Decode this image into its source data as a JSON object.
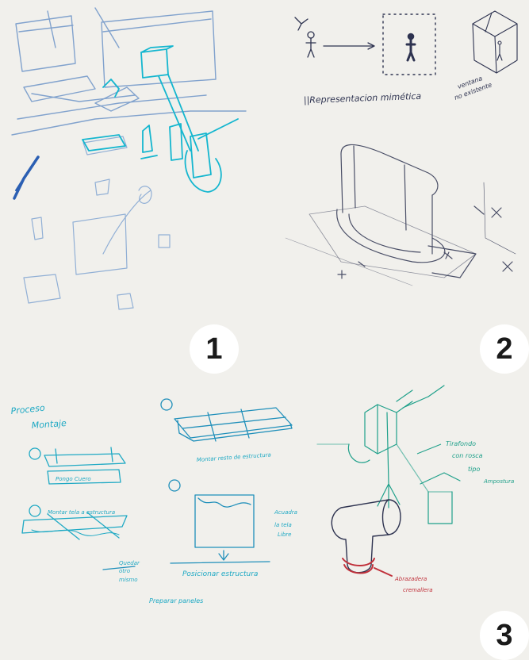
{
  "badges": {
    "one": "1",
    "two": "2",
    "three": "3"
  },
  "sketch2": {
    "caption": "||Representacion mimética",
    "note_line1": "ventana",
    "note_line2": "no existente"
  },
  "sketch3": {
    "title_line1": "Proceso",
    "title_line2": "Montaje",
    "step1_box": "Pongo Cuero",
    "step2": "Montar tela a estructura",
    "step3": "Montar resto de estructura",
    "step4_right1": "Acuadra",
    "step4_right2": "la tela",
    "step4_right3": "Libre",
    "left_note1": "Quedar",
    "left_note2": "otro",
    "left_note3": "mismo",
    "position_label": "Posicionar estructura",
    "bottom_label": "Preparar paneles",
    "right_label1": "Tirafondo",
    "right_label2": "con rosca",
    "right_label3": "tipo",
    "right_label4": "Ampostura",
    "red_label1": "Abrazadera",
    "red_label2": "cremallera"
  },
  "colors": {
    "paper": "#f1f0ec",
    "pencil_blue": "#6e95c8",
    "cyan": "#14b6cf",
    "ink_dark": "#2e3350",
    "red": "#c0303a"
  }
}
